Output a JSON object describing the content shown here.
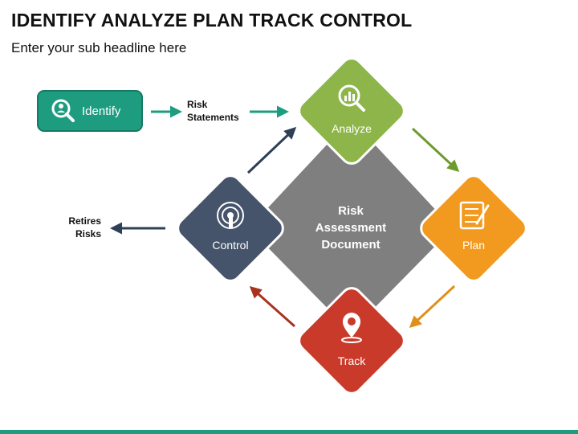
{
  "title": "IDENTIFY ANALYZE PLAN TRACK CONTROL",
  "subtitle": "Enter your sub headline here",
  "identify": {
    "label": "Identify"
  },
  "notes": {
    "risk_statements": [
      "Risk",
      "Statements"
    ],
    "retires_risks": [
      "Retires",
      "Risks"
    ]
  },
  "center": {
    "lines": [
      "Risk",
      "Assessment",
      "Document"
    ]
  },
  "nodes": {
    "analyze": {
      "label": "Analyze",
      "color": "#8db54a",
      "icon": "chart-magnifier-icon"
    },
    "plan": {
      "label": "Plan",
      "color": "#f29a1f",
      "icon": "checklist-pen-icon"
    },
    "track": {
      "label": "Track",
      "color": "#c93a2b",
      "icon": "location-pin-icon"
    },
    "control": {
      "label": "Control",
      "color": "#45546b",
      "icon": "touch-control-icon"
    }
  },
  "colors": {
    "identify": "#1e9c80",
    "center": "#7f7f7f",
    "arrow_identify": "#1e9c80",
    "arrow_control": "#2e4057",
    "arrow_plan": "#e0901a",
    "arrow_track": "#a8321f",
    "arrow_analyze": "#6e9a30"
  }
}
